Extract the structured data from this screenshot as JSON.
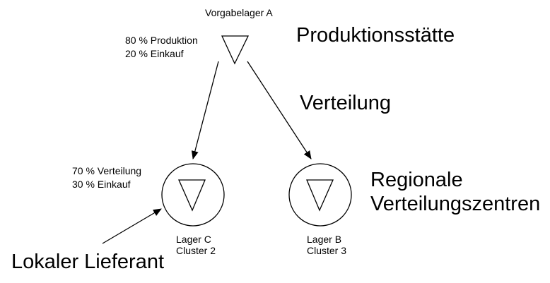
{
  "source": {
    "name": "Vorgabelager A",
    "mix": [
      "80 % Produktion",
      "20 % Einkauf"
    ]
  },
  "stages": {
    "production": "Produktionsstätte",
    "distribution": "Verteilung",
    "regional": [
      "Regionale",
      "Verteilungszentren"
    ]
  },
  "warehouse_c": {
    "mix": [
      "70 % Verteilung",
      "30 % Einkauf"
    ],
    "name": "Lager C",
    "cluster": "Cluster 2"
  },
  "warehouse_b": {
    "name": "Lager B",
    "cluster": "Cluster 3"
  },
  "local_supplier": "Lokaler Lieferant",
  "colors": {
    "stroke": "#000000",
    "background": "#ffffff"
  }
}
